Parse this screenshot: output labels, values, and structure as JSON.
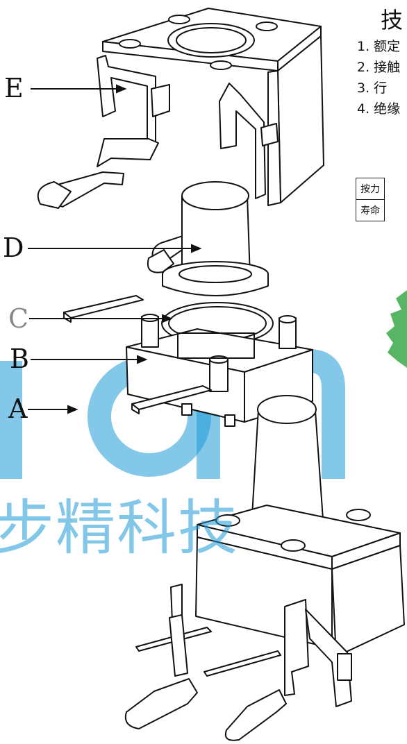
{
  "spec": {
    "title": "技",
    "items": [
      "1. 额定",
      "2. 接触",
      "3. 行",
      "4. 绝缘"
    ],
    "table": [
      [
        "按力"
      ],
      [
        "寿命"
      ]
    ]
  },
  "labels": {
    "E": "E",
    "D": "D",
    "C": "C",
    "B": "B",
    "A": "A"
  },
  "watermark": {
    "text": "步精科技",
    "color": "#1e9bd7"
  }
}
